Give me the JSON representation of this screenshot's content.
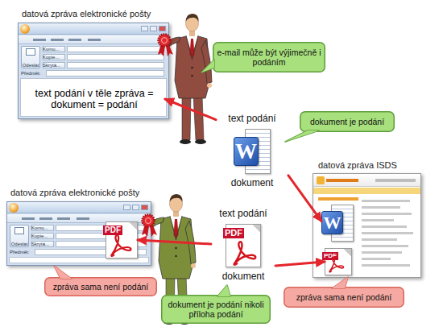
{
  "diagram": {
    "nodes": [
      {
        "text": [
          "datová zpráva elektronické pošty"
        ]
      },
      {
        "text": [
          "text podání v těle zpráva = dokument = podání"
        ],
        "in": 0
      },
      {
        "text": [
          "e-mail může být výjimečně i podáním"
        ]
      },
      {
        "text": [
          "text podání",
          "W",
          "dokument"
        ]
      },
      {
        "text": [
          "dokument je podání"
        ]
      },
      {
        "text": [
          "datová zpráva elektronické pošty"
        ]
      },
      {
        "text": [
          "PDF"
        ],
        "in": 5
      },
      {
        "text": [
          "text podání",
          "PDF",
          "dokument"
        ]
      },
      {
        "text": [
          "datová zpráva ISDS"
        ]
      },
      {
        "text": [
          "W"
        ],
        "in": 8
      },
      {
        "text": [
          "PDF"
        ],
        "in": 8
      },
      {
        "text": [
          "zpráva sama není podání"
        ]
      },
      {
        "text": [
          "dokument je podání nikoli příloha podání"
        ]
      },
      {
        "text": [
          "zpráva sama není podání"
        ]
      }
    ],
    "edges": [
      {
        "from": 3,
        "to": 1,
        "arrow": "to"
      },
      {
        "from": 3,
        "to": 9,
        "arrow": "to"
      },
      {
        "from": 7,
        "to": 6,
        "arrow": "to"
      },
      {
        "from": 7,
        "to": 10,
        "arrow": "to"
      }
    ],
    "labels": [
      "Odeslat",
      "Komu...",
      "Kopie...",
      "Skrytá...",
      "Předmět:",
      "Odeslat",
      "Komu...",
      "Kopie...",
      "Skrytá...",
      "Předmět:"
    ]
  }
}
